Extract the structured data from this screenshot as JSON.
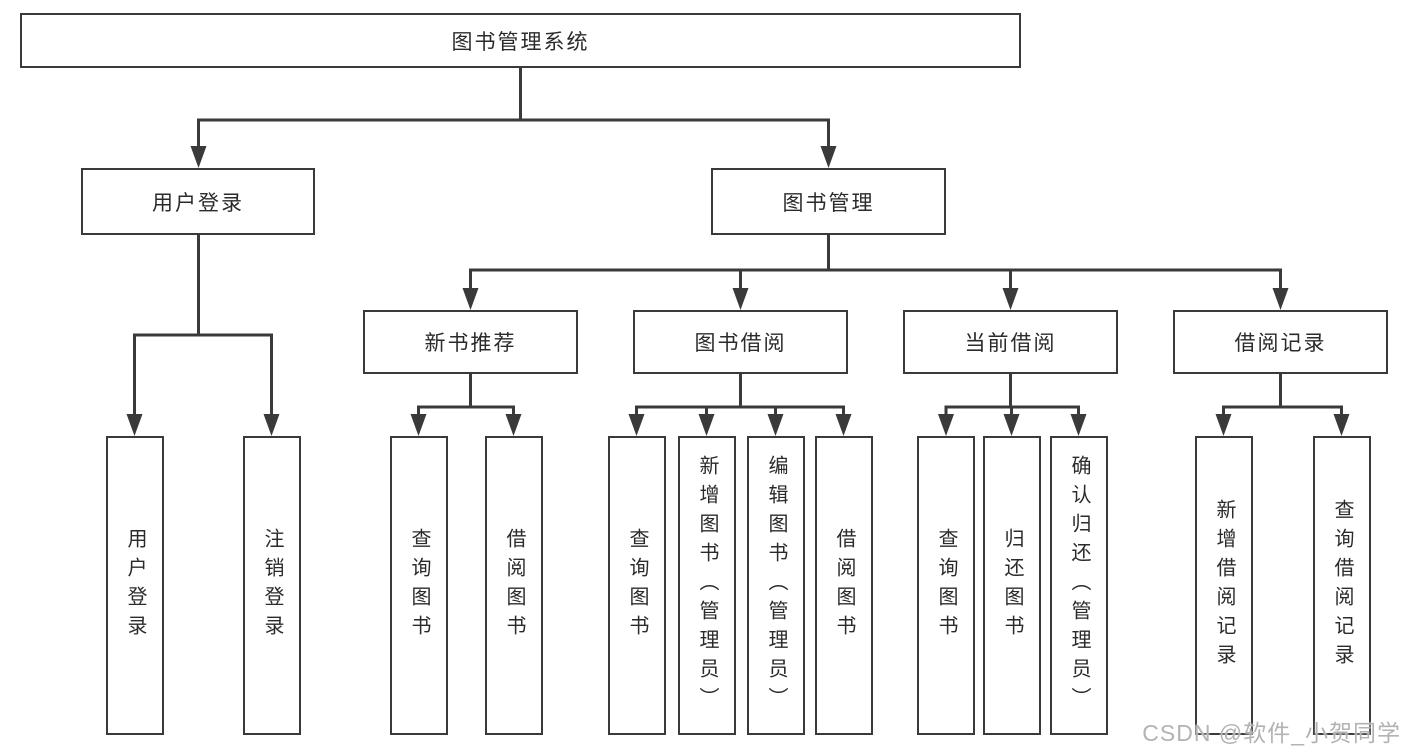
{
  "diagram": {
    "root": {
      "label": "图书管理系统"
    },
    "level2": [
      {
        "label": "用户登录"
      },
      {
        "label": "图书管理"
      }
    ],
    "level3": [
      {
        "label": "新书推荐"
      },
      {
        "label": "图书借阅"
      },
      {
        "label": "当前借阅"
      },
      {
        "label": "借阅记录"
      }
    ],
    "leaves": [
      {
        "label": "用户登录"
      },
      {
        "label": "注销登录"
      },
      {
        "label": "查询图书"
      },
      {
        "label": "借阅图书"
      },
      {
        "label": "查询图书"
      },
      {
        "label": "新增图书（管理员）"
      },
      {
        "label": "编辑图书（管理员）"
      },
      {
        "label": "借阅图书"
      },
      {
        "label": "查询图书"
      },
      {
        "label": "归还图书"
      },
      {
        "label": "确认归还（管理员）"
      },
      {
        "label": "新增借阅记录"
      },
      {
        "label": "查询借阅记录"
      }
    ]
  },
  "watermark": {
    "text": "CSDN @软件_小贺同学"
  },
  "colors": {
    "line": "#3a3a3a",
    "node_border": "#3a3a3a",
    "node_fill": "#ffffff",
    "text": "#2b2b2b",
    "watermark": "#b3b3b3",
    "background": "#ffffff"
  }
}
